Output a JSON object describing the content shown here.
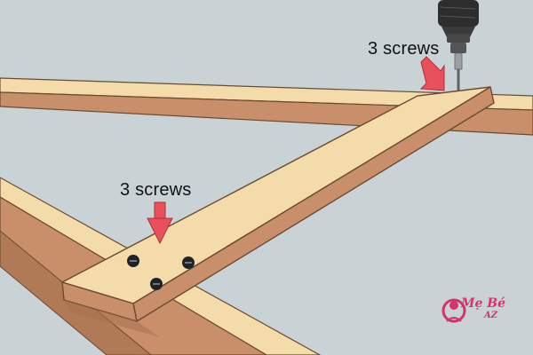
{
  "callouts": [
    {
      "text": "3 screws"
    },
    {
      "text": "3 screws"
    }
  ],
  "watermark": {
    "line1": "Mẹ Bé",
    "line2": "AZ"
  },
  "colors": {
    "background": "#c9d3d6",
    "wood_top": "#f3dcaa",
    "wood_side": "#c98f6a",
    "wood_shadow": "#b07a57",
    "arrow": "#e8505b",
    "drill_body": "#2d2d2d",
    "bit": "#9aa0a6",
    "screw": "#1f2328",
    "watermark": "#d6336c"
  },
  "icons": [
    "drill-icon",
    "arrow-down-icon",
    "screw-icon",
    "logo-icon"
  ]
}
